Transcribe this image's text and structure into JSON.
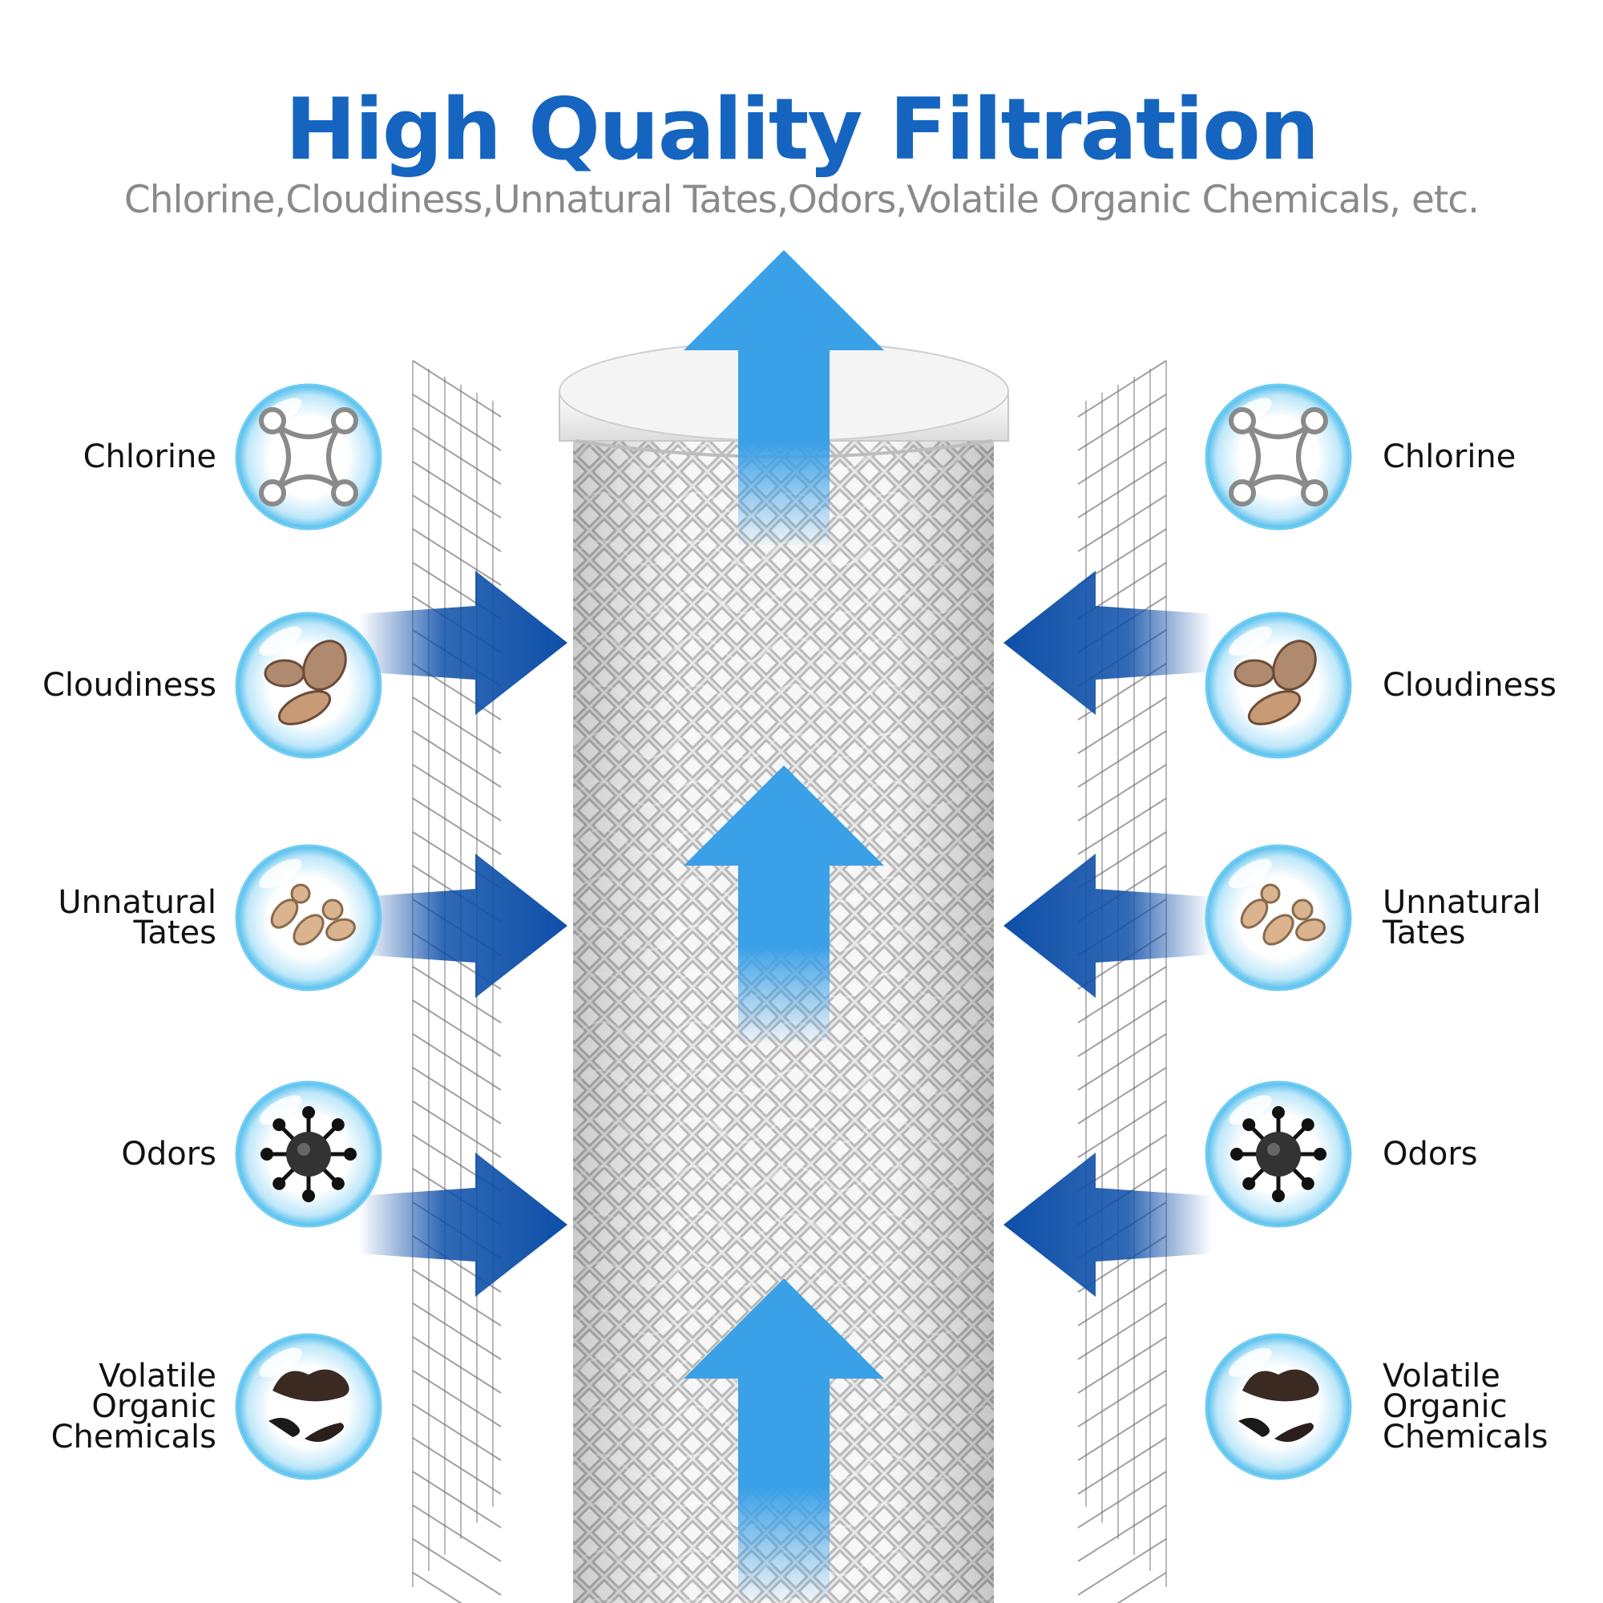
{
  "title": "High Quality Filtration",
  "subtitle": "Chlorine,Cloudiness,Unnatural Tates,Odors,Volatile Organic Chemicals, etc.",
  "contaminants": [
    {
      "label": "Chlorine",
      "icon": "chlorine-molecule-icon"
    },
    {
      "label": "Cloudiness",
      "icon": "sediment-particles-icon"
    },
    {
      "label": "Unnatural\nTates",
      "icon": "bacteria-icon"
    },
    {
      "label": "Odors",
      "icon": "virus-icon"
    },
    {
      "label": "Volatile\nOrganic\nChemicals",
      "icon": "chemical-residue-icon"
    }
  ],
  "colors": {
    "title": "#1565c0",
    "subtitle": "#8a8a8a",
    "flow_arrow": "#3aa0e8",
    "inflow_arrow": "#0d4fa8",
    "bubble": "#5fc4ef"
  }
}
